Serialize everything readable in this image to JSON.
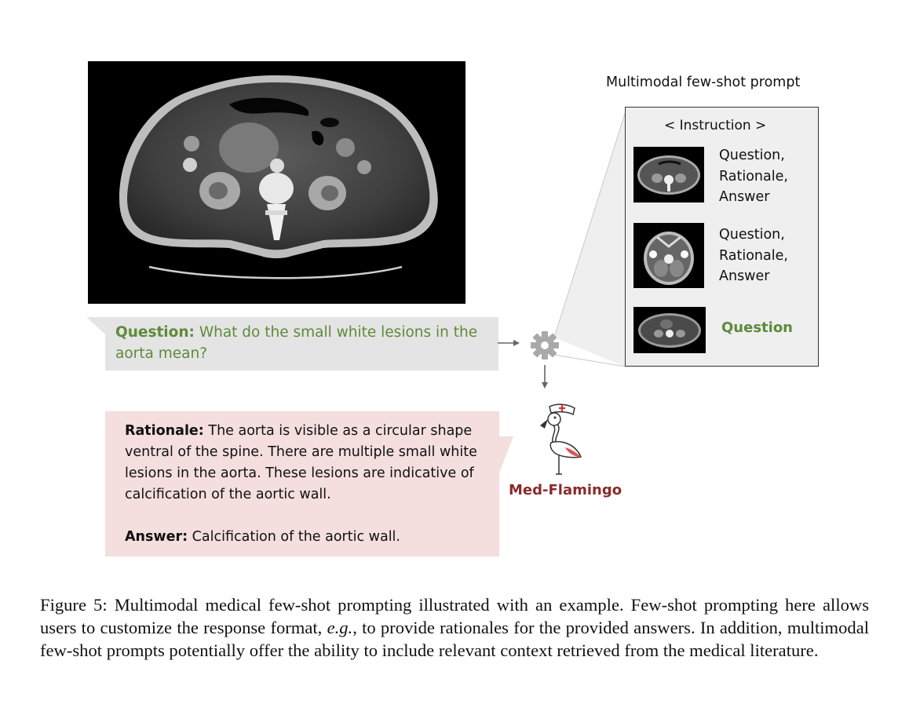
{
  "question": {
    "label": "Question:",
    "text": "What do the small white lesions in the aorta mean?"
  },
  "response": {
    "rationale_label": "Rationale:",
    "rationale_text": "The aorta is visible as a circular shape ventral of the spine. There are multiple small white lesions in the aorta. These lesions are indicative of calcification of the aortic wall.",
    "answer_label": "Answer:",
    "answer_text": "Calcification of the aortic wall."
  },
  "fewshot": {
    "title": "Multimodal  few-shot  prompt",
    "instruction": "< Instruction >",
    "examples": [
      {
        "line1": "Question,",
        "line2": "Rationale,",
        "line3": "Answer"
      },
      {
        "line1": "Question,",
        "line2": "Rationale,",
        "line3": "Answer"
      }
    ],
    "query_label": "Question"
  },
  "model": {
    "name": "Med-Flamingo"
  },
  "caption": {
    "prefix": "Figure 5: Multimodal medical few-shot prompting illustrated with an example. Few-shot prompting here allows users to customize the response format, ",
    "eg": "e.g.",
    "suffix": ", to provide rationales for the provided answers. In addition, multimodal few-shot prompts potentially offer the ability to include relevant context retrieved from the medical literature."
  },
  "colors": {
    "question_green": "#5f8a3a",
    "model_red": "#8b2a2a",
    "question_bubble": "#e4e4e4",
    "response_bubble": "#f4dede",
    "panel_bg": "#efefef"
  },
  "icons": [
    "gear-icon",
    "arrow-right-icon",
    "arrow-down-icon",
    "flamingo-nurse-icon"
  ]
}
